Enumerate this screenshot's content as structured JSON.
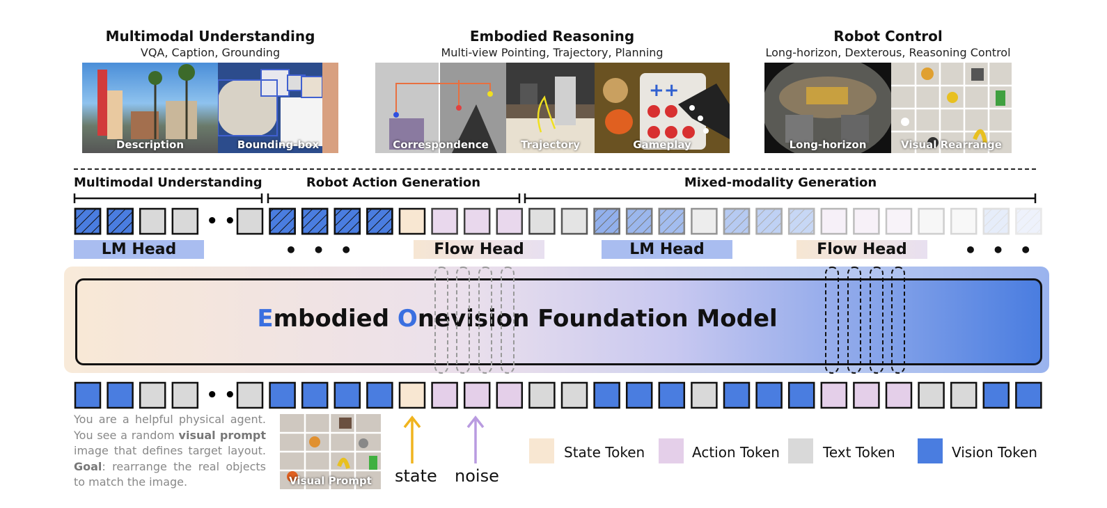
{
  "colors": {
    "vision": "#4a7de0",
    "text": "#d9d9d9",
    "state": "#f8e7d2",
    "action": "#e4cfe9",
    "lm_head": "#a9bdf0",
    "flow_head": "#f6e6d3",
    "accent_blue": "#3a6fe0",
    "state_arrow": "#f0b41e",
    "noise_arrow": "#b99be0"
  },
  "sections": [
    {
      "title": "Multimodal Understanding",
      "subtitle": "VQA, Caption, Grounding",
      "images": [
        {
          "caption": "Description",
          "icon": "photo-las-vegas"
        },
        {
          "caption": "Bounding-box",
          "icon": "photo-paint-tray"
        }
      ]
    },
    {
      "title": "Embodied Reasoning",
      "subtitle": "Multi-view Pointing, Trajectory, Planning",
      "images": [
        {
          "caption": "Correspondence",
          "icon": "photo-multiview"
        },
        {
          "caption": "Trajectory",
          "icon": "photo-kitchen-robot"
        },
        {
          "caption": "Gameplay",
          "icon": "photo-tic-tac-toe"
        }
      ]
    },
    {
      "title": "Robot Control",
      "subtitle": "Long-horizon, Dexterous, Reasoning Control",
      "images": [
        {
          "caption": "Long-horizon",
          "icon": "photo-fisheye"
        },
        {
          "caption": "Visual Rearrange",
          "icon": "photo-grid-objects"
        }
      ]
    }
  ],
  "token_groups": [
    {
      "label": "Multimodal Understanding"
    },
    {
      "label": "Robot Action Generation"
    },
    {
      "label": "Mixed-modality Generation"
    }
  ],
  "output_tokens": [
    {
      "type": "vision",
      "hatch": true,
      "fade": 1
    },
    {
      "type": "vision",
      "hatch": true,
      "fade": 1
    },
    {
      "type": "text",
      "hatch": false,
      "fade": 1
    },
    {
      "type": "text",
      "hatch": false,
      "fade": 1
    },
    {
      "type": "dots"
    },
    {
      "type": "text",
      "hatch": false,
      "fade": 1
    },
    {
      "type": "vision",
      "hatch": true,
      "fade": 1
    },
    {
      "type": "vision",
      "hatch": true,
      "fade": 1
    },
    {
      "type": "vision",
      "hatch": true,
      "fade": 1
    },
    {
      "type": "vision",
      "hatch": true,
      "fade": 1
    },
    {
      "type": "state",
      "hatch": false,
      "fade": 1
    },
    {
      "type": "action",
      "hatch": false,
      "fade": 0.8
    },
    {
      "type": "action",
      "hatch": false,
      "fade": 0.8
    },
    {
      "type": "action",
      "hatch": false,
      "fade": 0.8
    },
    {
      "type": "text",
      "hatch": false,
      "fade": 0.8
    },
    {
      "type": "text",
      "hatch": false,
      "fade": 0.7
    },
    {
      "type": "vision",
      "hatch": true,
      "fade": 0.6
    },
    {
      "type": "vision",
      "hatch": true,
      "fade": 0.55
    },
    {
      "type": "vision",
      "hatch": true,
      "fade": 0.5
    },
    {
      "type": "text",
      "hatch": false,
      "fade": 0.45
    },
    {
      "type": "vision",
      "hatch": true,
      "fade": 0.4
    },
    {
      "type": "vision",
      "hatch": true,
      "fade": 0.35
    },
    {
      "type": "vision",
      "hatch": true,
      "fade": 0.3
    },
    {
      "type": "action",
      "hatch": false,
      "fade": 0.3
    },
    {
      "type": "action",
      "hatch": false,
      "fade": 0.27
    },
    {
      "type": "action",
      "hatch": false,
      "fade": 0.24
    },
    {
      "type": "text",
      "hatch": false,
      "fade": 0.2
    },
    {
      "type": "text",
      "hatch": false,
      "fade": 0.17
    },
    {
      "type": "vision",
      "hatch": true,
      "fade": 0.13
    },
    {
      "type": "vision",
      "hatch": true,
      "fade": 0.09
    }
  ],
  "input_tokens": [
    {
      "type": "vision"
    },
    {
      "type": "vision"
    },
    {
      "type": "text"
    },
    {
      "type": "text"
    },
    {
      "type": "dots"
    },
    {
      "type": "text"
    },
    {
      "type": "vision"
    },
    {
      "type": "vision"
    },
    {
      "type": "vision"
    },
    {
      "type": "vision"
    },
    {
      "type": "state"
    },
    {
      "type": "action"
    },
    {
      "type": "action"
    },
    {
      "type": "action"
    },
    {
      "type": "text"
    },
    {
      "type": "text"
    },
    {
      "type": "vision"
    },
    {
      "type": "vision"
    },
    {
      "type": "vision"
    },
    {
      "type": "text"
    },
    {
      "type": "vision"
    },
    {
      "type": "vision"
    },
    {
      "type": "vision"
    },
    {
      "type": "action"
    },
    {
      "type": "action"
    },
    {
      "type": "action"
    },
    {
      "type": "text"
    },
    {
      "type": "text"
    },
    {
      "type": "vision"
    },
    {
      "type": "vision"
    }
  ],
  "heads": [
    {
      "label": "LM Head",
      "kind": "lm"
    },
    {
      "label": "Flow Head",
      "kind": "flow"
    },
    {
      "label": "LM Head",
      "kind": "lm"
    },
    {
      "label": "Flow Head",
      "kind": "flow"
    }
  ],
  "ellipsis": "• • •",
  "small_dots": "• •",
  "model": {
    "letter_e": "E",
    "part1": "mbodied ",
    "letter_o": "O",
    "part2": "nevision Foundation Model"
  },
  "prompt": {
    "line_a": "You are a helpful physical agent. You see a random ",
    "bold_a": "visual prompt",
    "line_b": " image that defines target layout. ",
    "bold_b": "Goal",
    "line_c": ": rearrange the real objects to match the image."
  },
  "visual_prompt_caption": "Visual Prompt",
  "state_label": "state",
  "noise_label": "noise",
  "legend": [
    {
      "label": "State Token",
      "type": "state"
    },
    {
      "label": "Action Token",
      "type": "action"
    },
    {
      "label": "Text Token",
      "type": "text"
    },
    {
      "label": "Vision Token",
      "type": "vision"
    }
  ]
}
